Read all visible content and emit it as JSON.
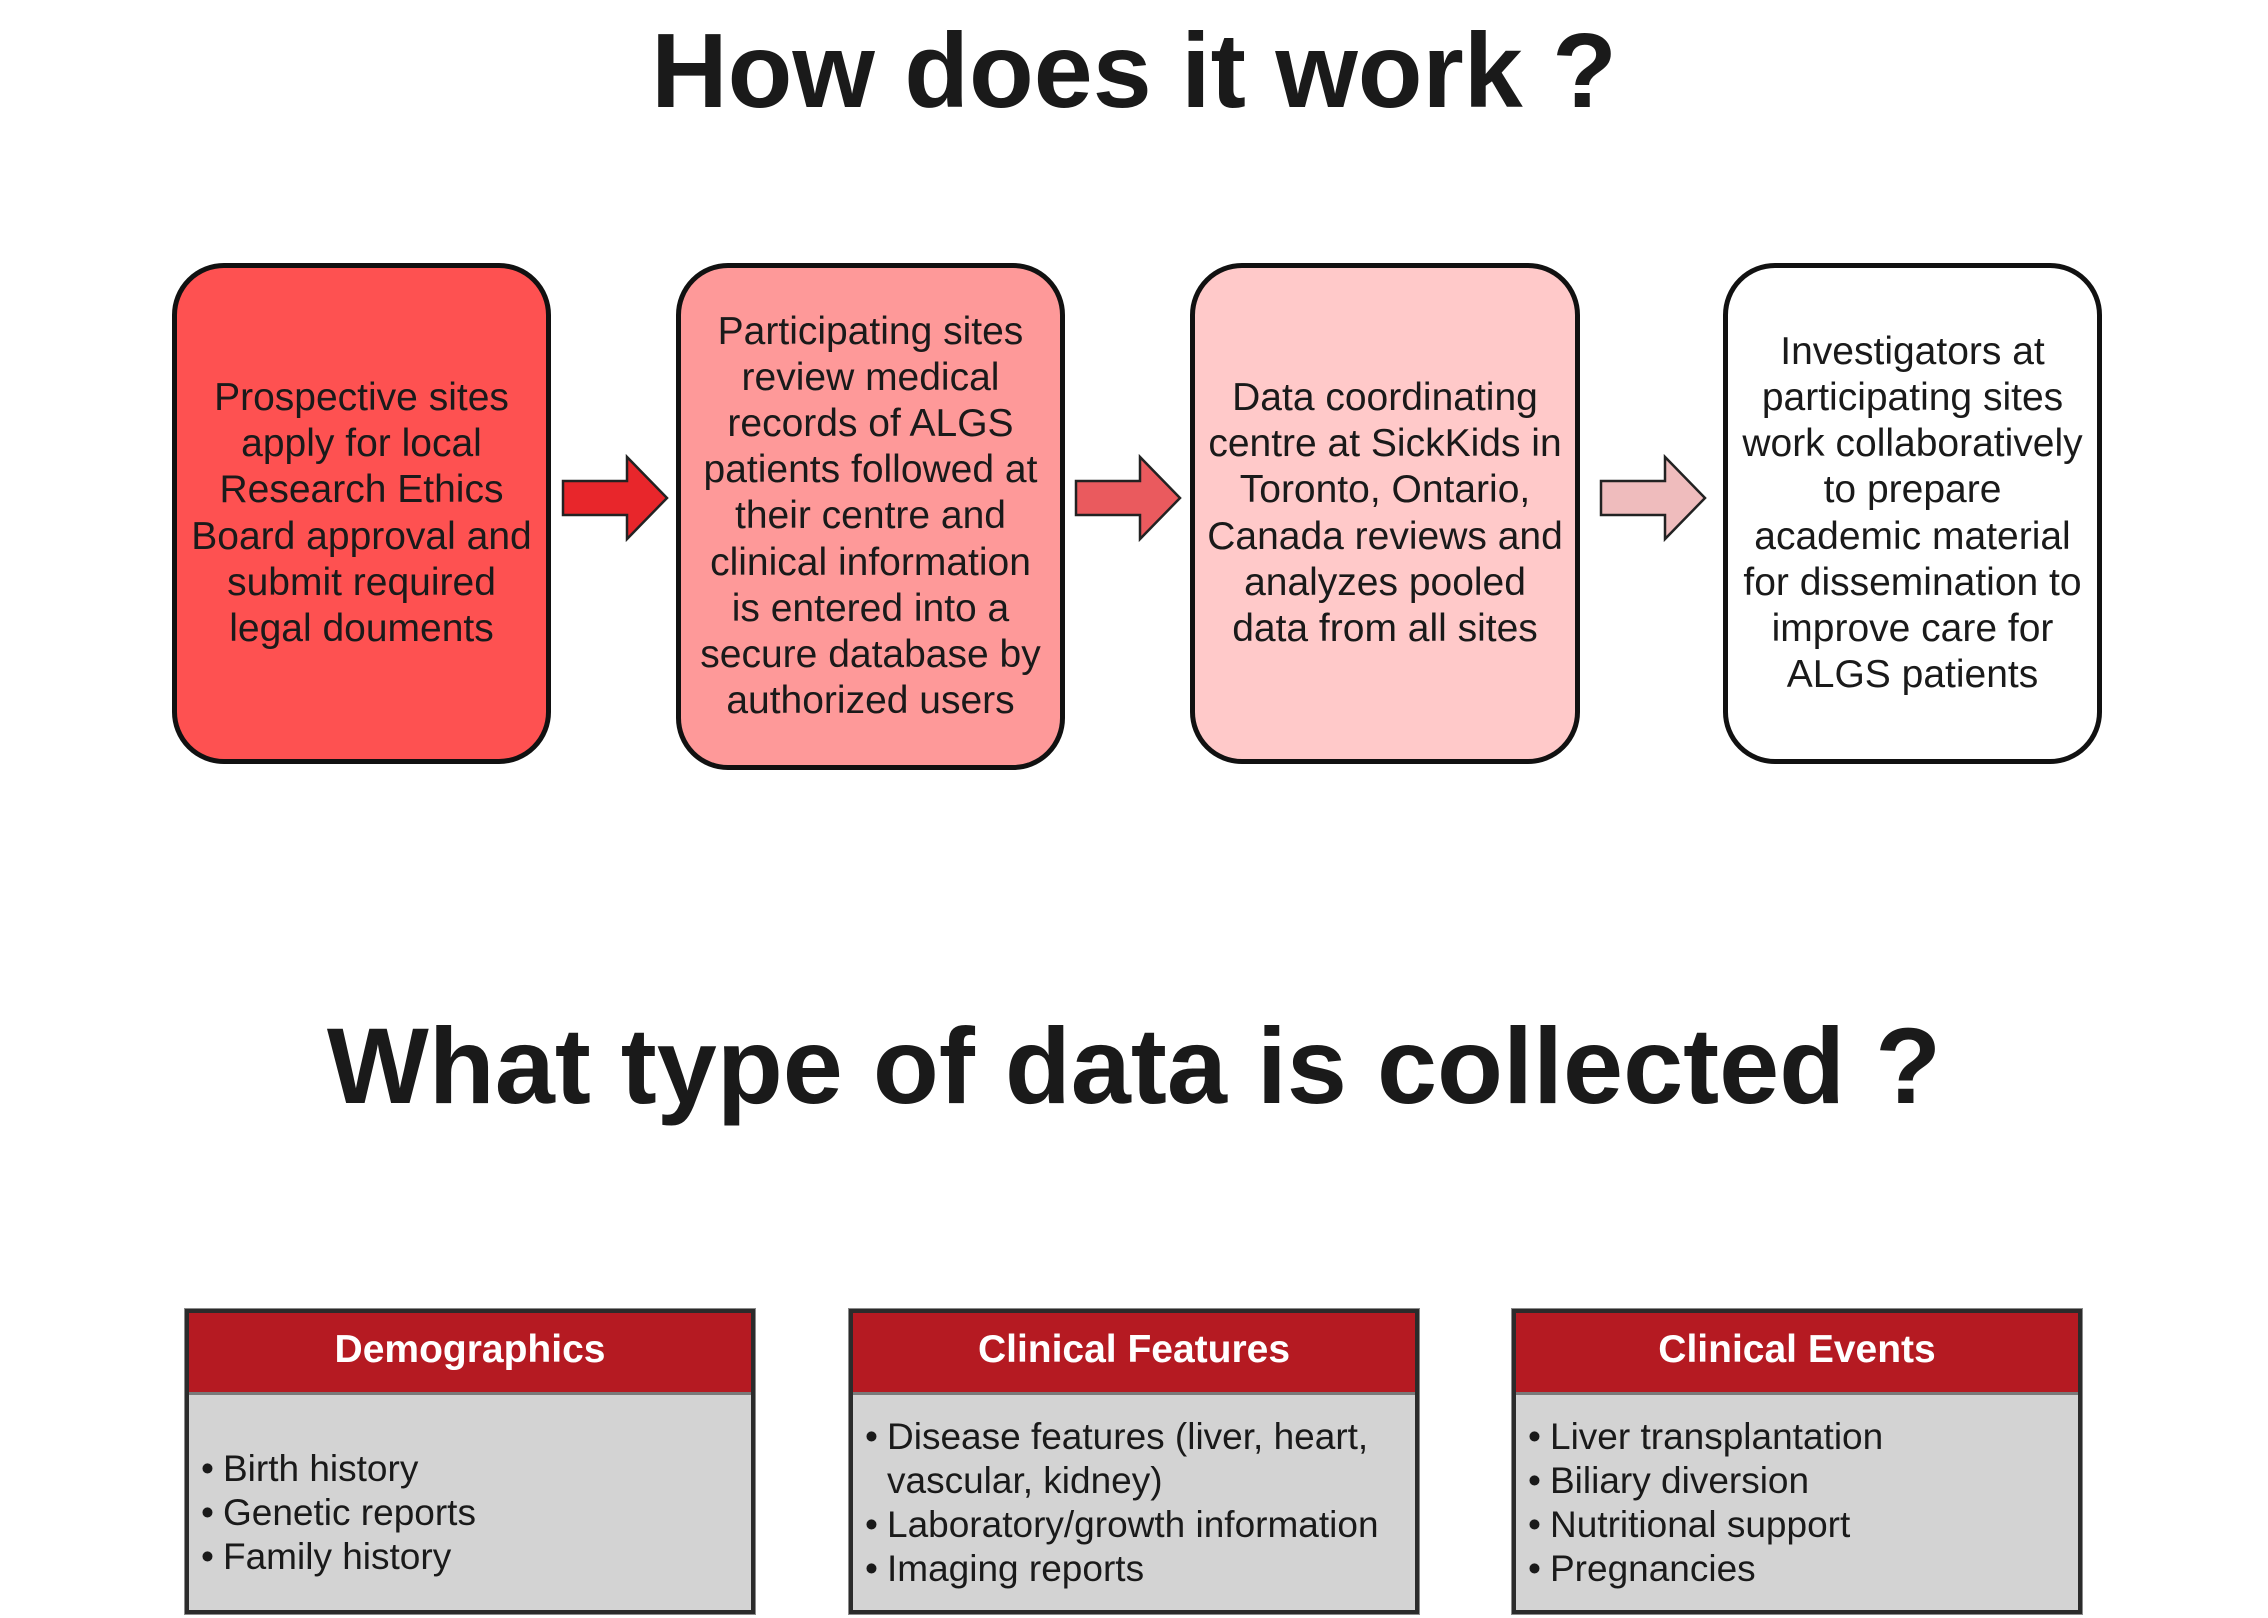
{
  "titles": {
    "how": "How does it work ?",
    "what": "What type of data is collected ?"
  },
  "colors": {
    "step_1": "#fe5151",
    "step_2": "#fe9999",
    "step_3": "#ffc9c9",
    "step_4": "#ffffff",
    "arrow_1": "#e8262b",
    "arrow_2": "#ea5a5e",
    "arrow_3": "#efbcbd",
    "card_header": "#b51a22",
    "card_body": "#d3d3d3"
  },
  "steps": [
    {
      "text": "Prospective sites apply for local Research Ethics Board approval and submit required legal douments"
    },
    {
      "text": "Participating sites review medical records of ALGS patients followed at their centre and clinical information is entered into a secure database by authorized users"
    },
    {
      "text": "Data coordinating centre at SickKids in Toronto, Ontario, Canada reviews and analyzes pooled data from all sites"
    },
    {
      "text": "Investigators at participating sites work collaboratively to prepare academic material for dissemination to improve care for ALGS patients"
    }
  ],
  "cards": [
    {
      "header": "Demographics",
      "items": [
        "Birth history",
        "Genetic reports",
        "Family history"
      ]
    },
    {
      "header": "Clinical Features",
      "items": [
        "Disease features (liver, heart, vascular, kidney)",
        "Laboratory/growth information",
        "Imaging reports"
      ]
    },
    {
      "header": "Clinical Events",
      "items": [
        "Liver transplantation",
        "Biliary diversion",
        "Nutritional support",
        "Pregnancies"
      ]
    }
  ],
  "bullet": "•"
}
